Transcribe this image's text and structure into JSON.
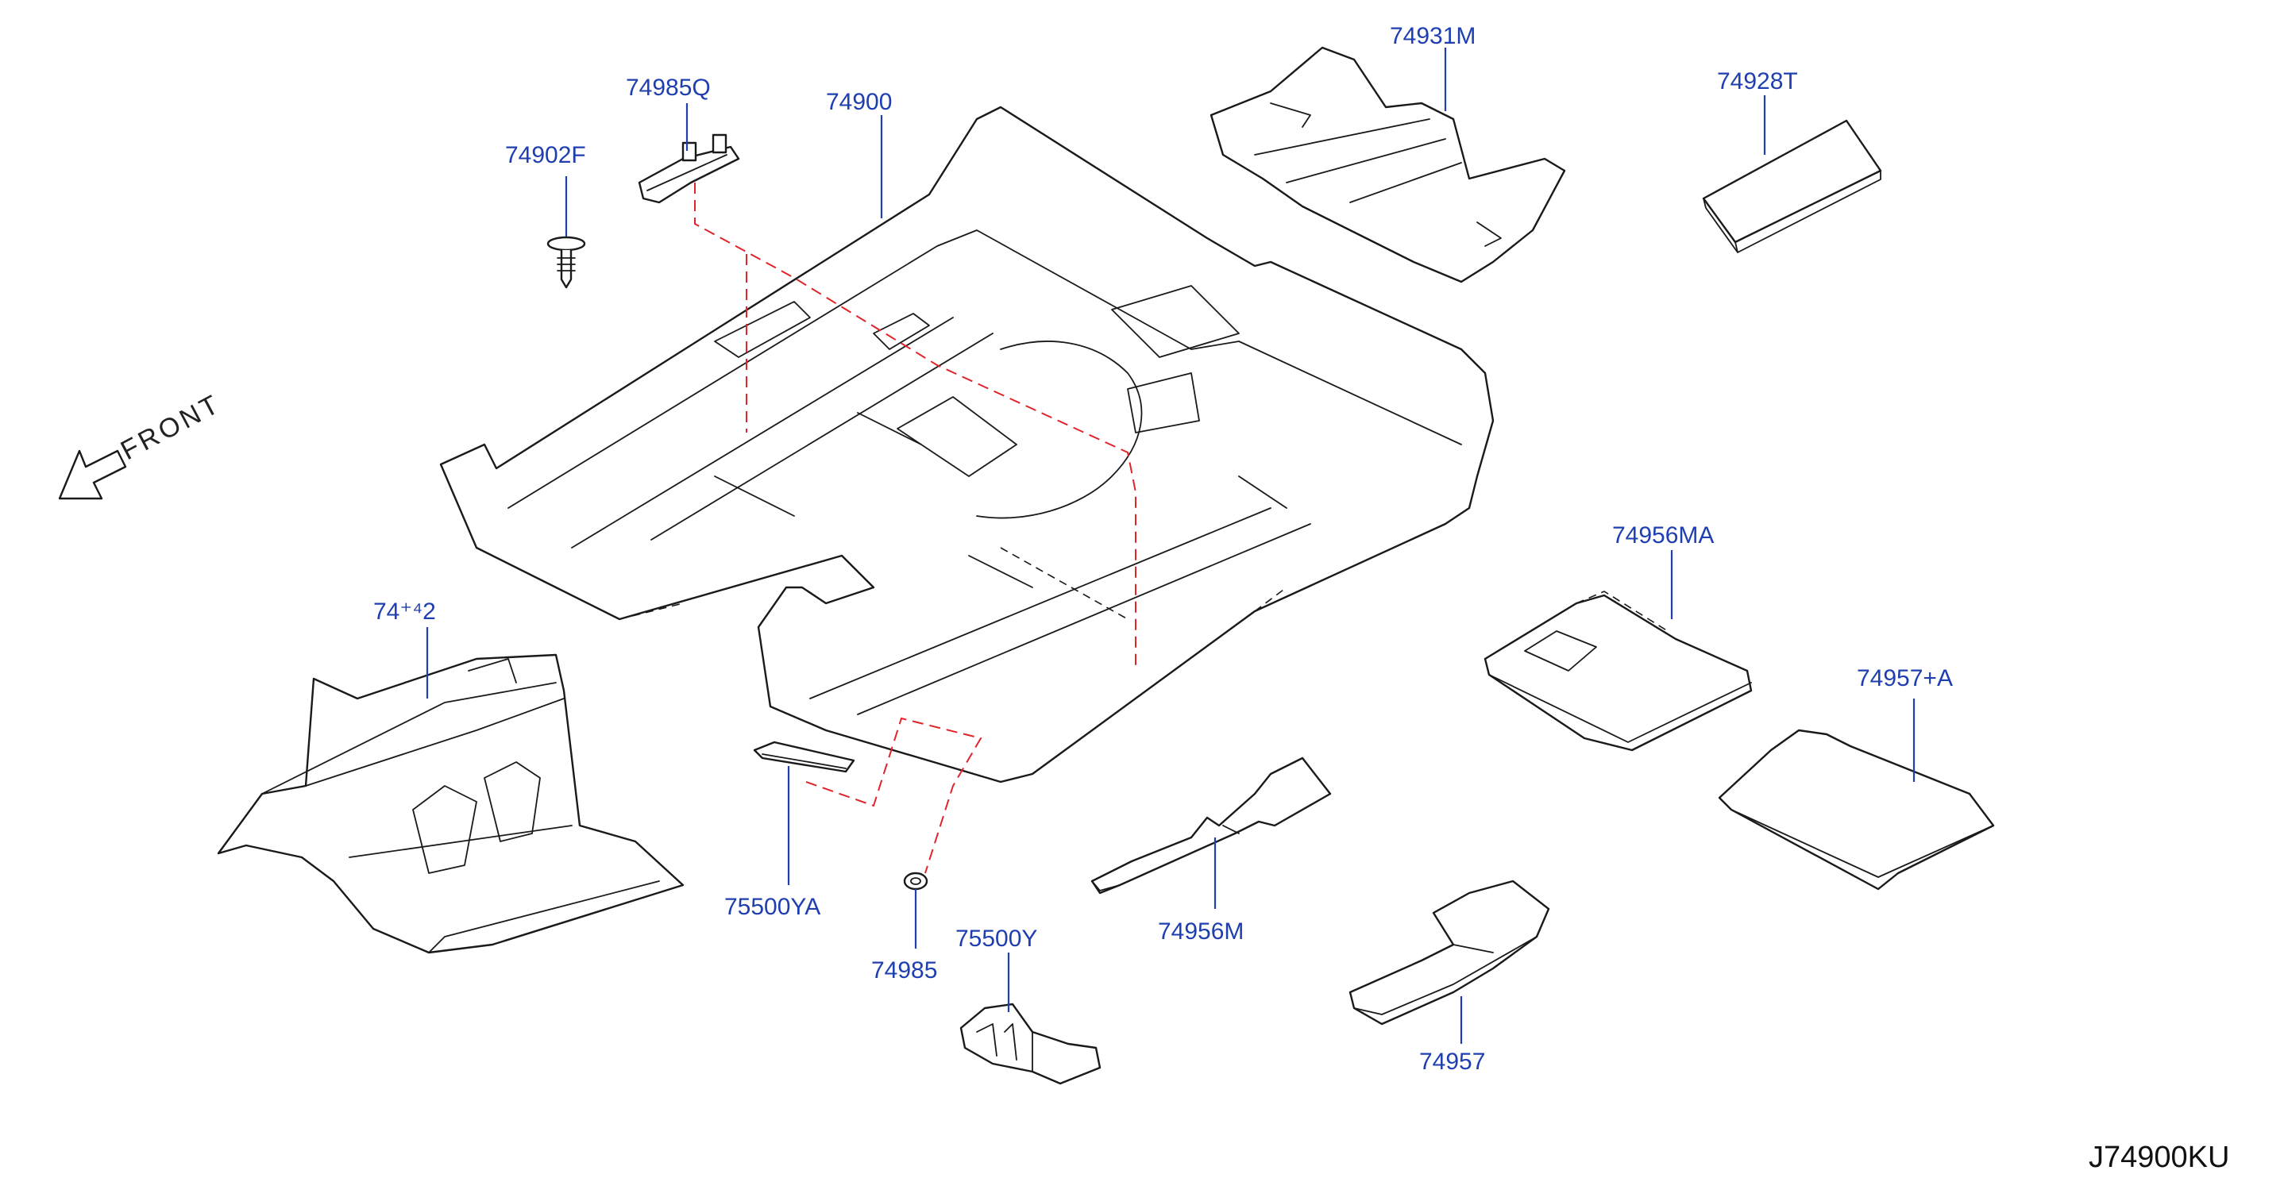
{
  "diagram": {
    "drawing_code": "J74900KU",
    "direction_label": "FRONT",
    "colors": {
      "callout": "#1f3fb0",
      "dashed_link": "#e0242a",
      "outline": "#1a1a1a"
    },
    "callouts": [
      {
        "id": "74902F",
        "label": "74902F"
      },
      {
        "id": "74985Q",
        "label": "74985Q"
      },
      {
        "id": "74900",
        "label": "74900"
      },
      {
        "id": "74931M",
        "label": "74931M"
      },
      {
        "id": "74928T",
        "label": "74928T"
      },
      {
        "id": "74982",
        "label": "74⁺⁴2"
      },
      {
        "id": "74956MA",
        "label": "74956MA"
      },
      {
        "id": "74957A",
        "label": "74957+A"
      },
      {
        "id": "75500YA",
        "label": "75500YA"
      },
      {
        "id": "74985",
        "label": "74985"
      },
      {
        "id": "75500Y",
        "label": "75500Y"
      },
      {
        "id": "74956M",
        "label": "74956M"
      },
      {
        "id": "74957",
        "label": "74957"
      }
    ]
  }
}
